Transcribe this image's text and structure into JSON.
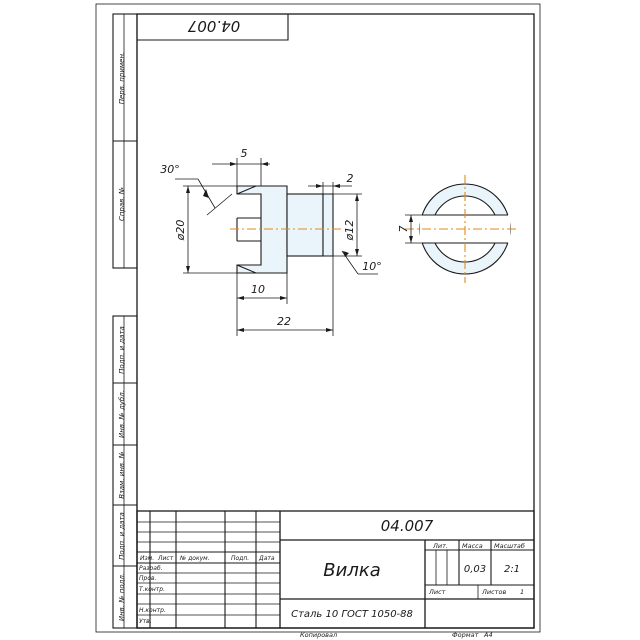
{
  "document_number": "04.007",
  "document_number_rotated": "04.007",
  "drawing": {
    "dimensions": {
      "chamfer_angle": "30°",
      "groove_width": "5",
      "head_diameter": "ø20",
      "step_length": "2",
      "shank_diameter": "ø12",
      "taper_angle": "10°",
      "head_length": "10",
      "overall_length": "22",
      "slot_width": "7"
    }
  },
  "side_columns": [
    "Перв. примен.",
    "Справ. №",
    "Подп. и дата",
    "Инв. № дубл.",
    "Взам. инв. №",
    "Подп. и дата",
    "Инв. № подл."
  ],
  "title_block": {
    "designation": "04.007",
    "part_name": "Вилка",
    "material": "Сталь 10  ГОСТ 1050-88",
    "header": {
      "change": "Изм.",
      "sheet": "Лист",
      "doc_no": "№ докум.",
      "signature": "Подп.",
      "date": "Дата"
    },
    "roles": [
      "Разраб.",
      "Пров.",
      "Т.контр.",
      "",
      "Н.контр.",
      "Утв."
    ],
    "lit_label": "Лит.",
    "mass_label": "Масса",
    "scale_label": "Масштаб",
    "mass_value": "0,03",
    "scale_value": "2:1",
    "sheet_label": "Лист",
    "sheets_label": "Листов",
    "sheets_value": "1"
  },
  "footer": {
    "copied": "Копировал",
    "format_label": "Формат",
    "format_value": "А4"
  }
}
